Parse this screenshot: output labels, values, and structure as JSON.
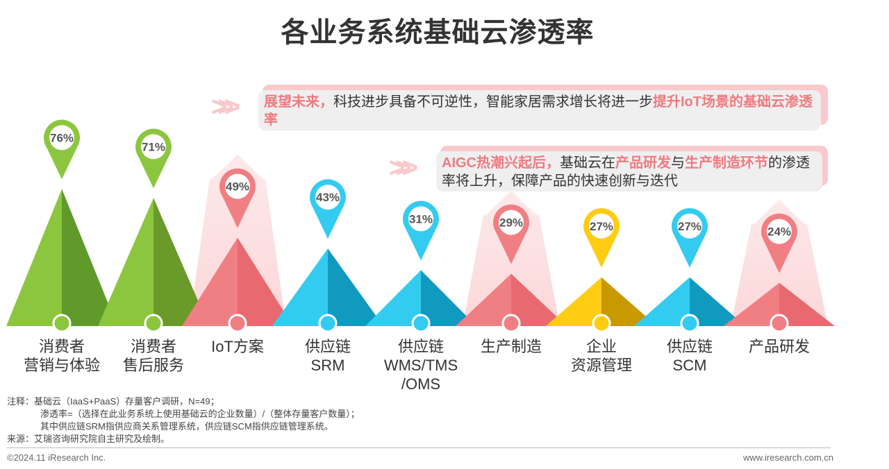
{
  "title": "各业务系统基础云渗透率",
  "callouts": [
    {
      "hl1": "展望未来，",
      "text": "科技进步具备不可逆性，智能家居需求增长将进一步",
      "hl2": "提升IoT场景的基础云渗透率"
    },
    {
      "hl1": "AIGC热潮兴起后，",
      "t1": "基础云在",
      "hl2": "产品研发",
      "t2": "与",
      "hl3": "生产制造环节",
      "t3": "的渗透率将上升，保障产品的快速创新与迭代"
    }
  ],
  "chart_data": {
    "type": "bar",
    "title": "各业务系统基础云渗透率",
    "categories": [
      "消费者\n营销与体验",
      "消费者\n售后服务",
      "IoT方案",
      "供应链\nSRM",
      "供应链\nWMS/TMS\n/OMS",
      "生产制造",
      "企业\n资源管理",
      "供应链\nSCM",
      "产品研发"
    ],
    "values": [
      76,
      71,
      49,
      43,
      31,
      29,
      27,
      27,
      24
    ],
    "labels": [
      "76%",
      "71%",
      "49%",
      "43%",
      "31%",
      "29%",
      "27%",
      "27%",
      "24%"
    ],
    "colors": [
      "#8cc63f",
      "#8cc63f",
      "#f07f84",
      "#33ccf0",
      "#33ccf0",
      "#f07f84",
      "#ffcc14",
      "#33ccf0",
      "#f07f84"
    ],
    "dark_colors": [
      "#5f9a2a",
      "#6a9a2a",
      "#e86a70",
      "#119ac0",
      "#119ac0",
      "#e86a70",
      "#c89a00",
      "#119ac0",
      "#e86a70"
    ],
    "highlight_arrow": [
      false,
      false,
      true,
      false,
      false,
      true,
      false,
      false,
      true
    ],
    "unit": "%"
  },
  "notes": {
    "line1": "注释：基础云（IaaS+PaaS）存量客户调研，N=49；",
    "line2": "渗透率=（选择在此业务系统上使用基础云的企业数量）/（整体存量客户数量）；",
    "line3": "其中供应链SRM指供应商关系管理系统，供应链SCM指供应链管理系统。",
    "line4": "来源：艾瑞咨询研究院自主研究及绘制。"
  },
  "footer": {
    "left": "©2024.11 iResearch Inc.",
    "right": "www.iresearch.com.cn"
  }
}
